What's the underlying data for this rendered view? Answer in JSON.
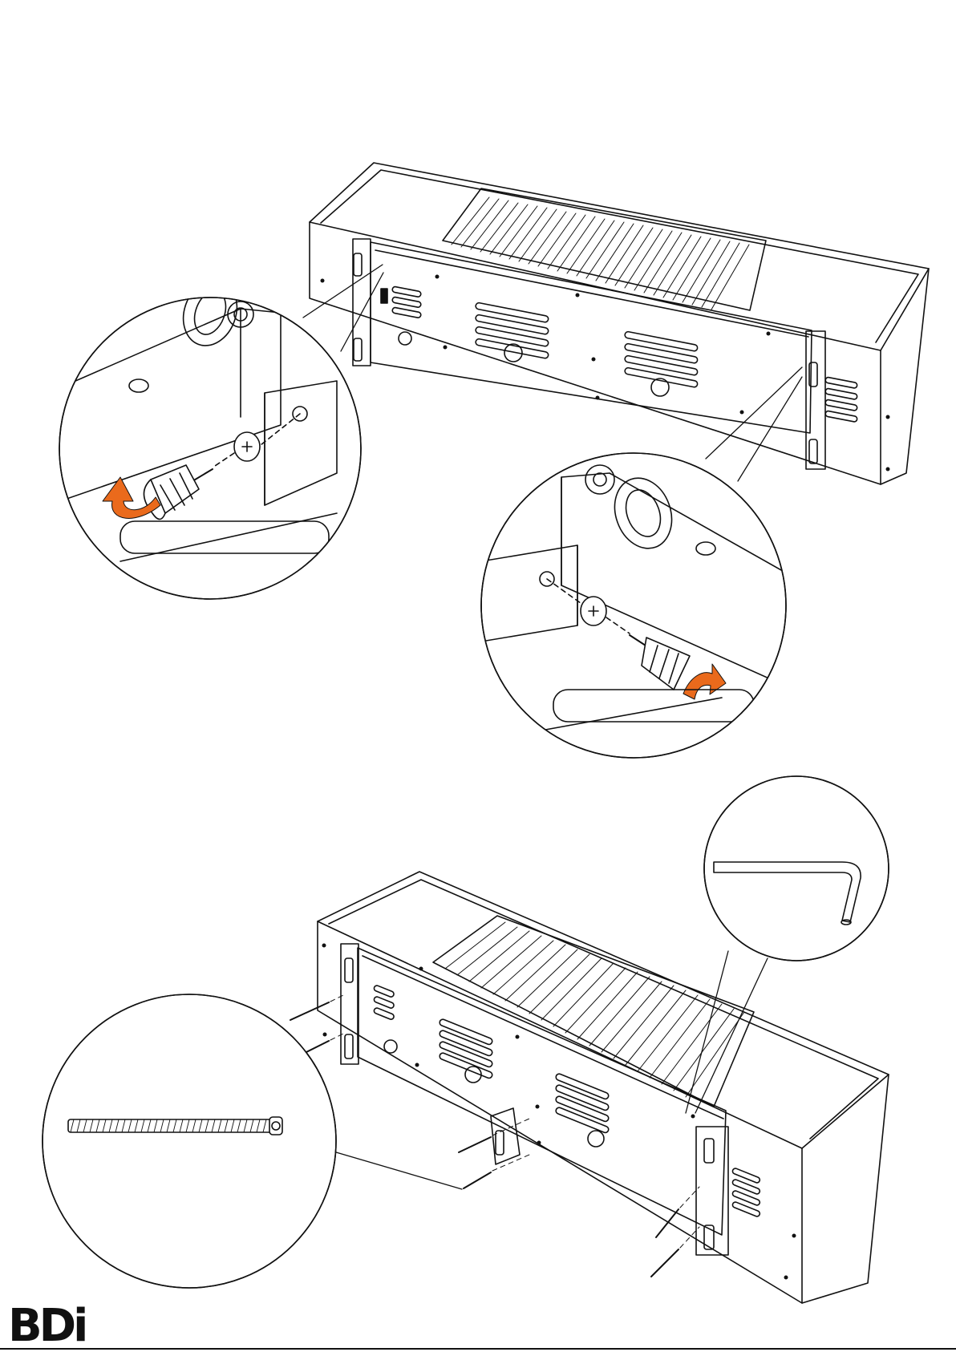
{
  "brand": {
    "logo_text": "BDi"
  },
  "colors": {
    "line": "#111111",
    "arrow": "#ea6a1c",
    "paper": "#ffffff"
  },
  "figures": [
    {
      "step": "top",
      "items": [
        "cabinet-rear-view",
        "cam-lock-detail-left",
        "cam-lock-detail-right",
        "screwdriver-icon",
        "rotate-arrow-icon"
      ]
    },
    {
      "step": "bottom",
      "items": [
        "cabinet-rear-view",
        "allen-key-detail",
        "bolt-detail",
        "center-block"
      ]
    }
  ]
}
